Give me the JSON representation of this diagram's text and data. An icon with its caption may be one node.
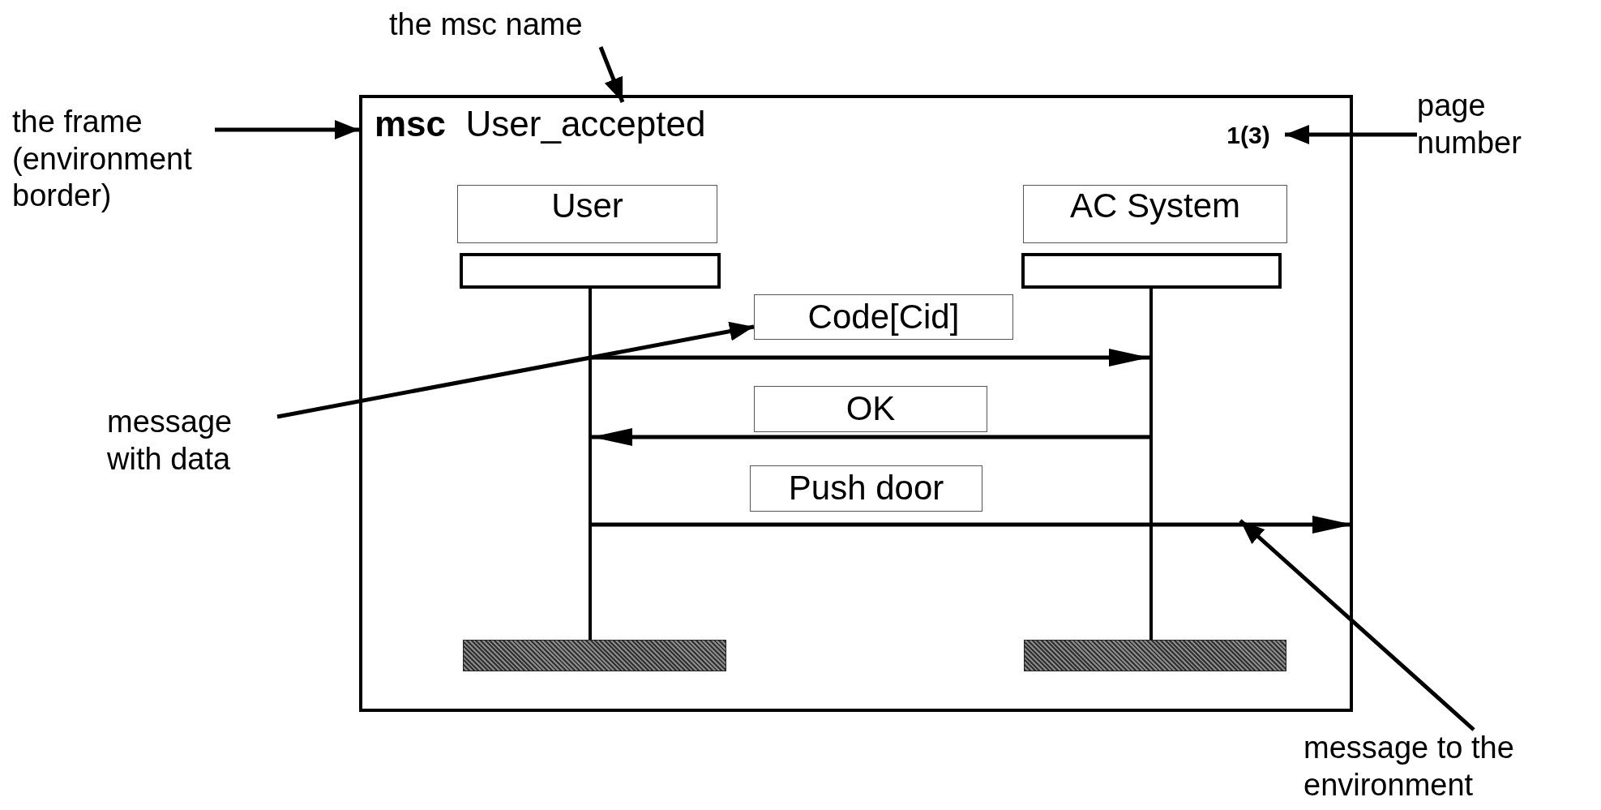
{
  "diagram": {
    "nodes": [
      {
        "text": [],
        "shape": "box"
      },
      {
        "text": [
          "**msc**  User_accepted"
        ],
        "in": 0
      },
      {
        "text": [
          "1(3)"
        ],
        "in": 0
      },
      {
        "text": [
          "User"
        ],
        "in": 0
      },
      {
        "text": [
          "AC System"
        ],
        "in": 0
      },
      {
        "text": [],
        "shape": "box",
        "in": 0
      },
      {
        "text": [],
        "shape": "box",
        "in": 0
      },
      {
        "text": [],
        "shape": "line",
        "in": 0
      },
      {
        "text": [],
        "shape": "line",
        "in": 0
      },
      {
        "text": [],
        "shape": "bar",
        "in": 0
      },
      {
        "text": [],
        "shape": "bar",
        "in": 0
      },
      {
        "text": [
          "Code[Cid]"
        ],
        "in": 0
      },
      {
        "text": [
          "OK"
        ],
        "in": 0
      },
      {
        "text": [
          "Push door"
        ],
        "in": 0
      },
      {
        "text": [
          "the msc name"
        ]
      },
      {
        "text": [
          "the frame (environment border)"
        ]
      },
      {
        "text": [
          "page number"
        ]
      },
      {
        "text": [
          "message with data"
        ]
      },
      {
        "text": [
          "message to the environment"
        ]
      }
    ],
    "edges": [
      {
        "from": 7,
        "to": 8,
        "arrow": "to"
      },
      {
        "from": 8,
        "to": 7,
        "arrow": "to"
      },
      {
        "from": 7,
        "to": 0,
        "arrow": "to"
      },
      {
        "from": 14,
        "to": 1,
        "arrow": "to"
      },
      {
        "from": 15,
        "to": 0,
        "arrow": "to"
      },
      {
        "from": 16,
        "to": 2,
        "arrow": "to"
      },
      {
        "from": 17,
        "to": 11,
        "arrow": "to"
      },
      {
        "from": 18,
        "to": null,
        "arrow": "to"
      }
    ]
  }
}
